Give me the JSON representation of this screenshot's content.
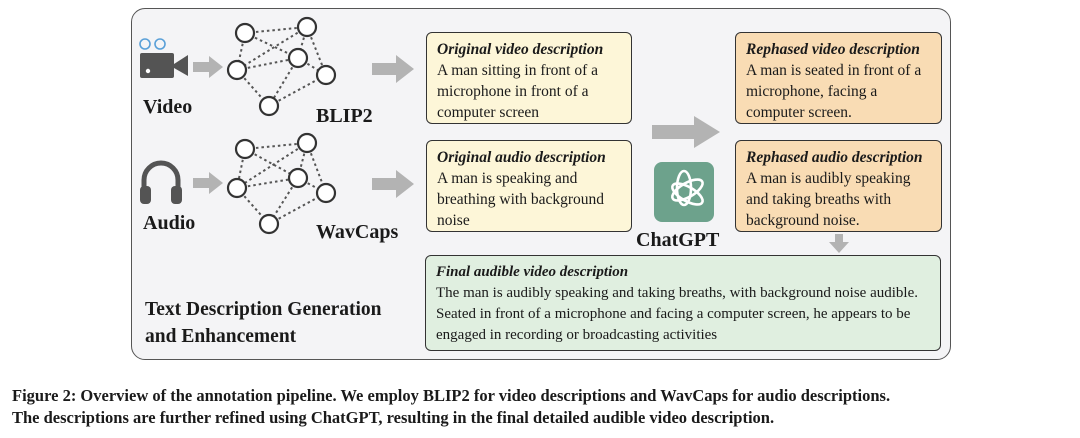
{
  "inputs": {
    "video_label": "Video",
    "audio_label": "Audio",
    "video_model": "BLIP2",
    "audio_model": "WavCaps"
  },
  "section_title": {
    "line1": "Text Description Generation",
    "line2": "and Enhancement"
  },
  "original_video": {
    "heading": "Original video description",
    "text": "A man sitting in front of a microphone in front of a computer screen"
  },
  "original_audio": {
    "heading": "Original audio description",
    "text": "A man is speaking and breathing with background noise"
  },
  "rephrased_video": {
    "heading": "Rephased video description",
    "text": "A man is seated in front of a microphone, facing a computer screen."
  },
  "rephrased_audio": {
    "heading": "Rephased audio description",
    "text": "A man is audibly speaking and taking breaths with background noise."
  },
  "chatgpt_label": "ChatGPT",
  "final": {
    "heading": "Final audible video description",
    "text": "The man is audibly speaking and taking breaths, with background noise audible. Seated in front of a microphone and facing a computer screen, he appears to be engaged in recording or broadcasting activities"
  },
  "caption": {
    "line1": "Figure 2: Overview of the annotation pipeline. We employ BLIP2 for video descriptions and WavCaps for audio descriptions.",
    "line2": "The descriptions are further refined using ChatGPT, resulting in the final detailed audible video description."
  },
  "colors": {
    "yellow_box": "#fdf6d8",
    "orange_box": "#f9dcb4",
    "green_box": "#e0efe0",
    "chatgpt_logo": "#6da28c",
    "arrow_gray": "#b3b3b3",
    "camera_blue": "#5aa0d8"
  }
}
